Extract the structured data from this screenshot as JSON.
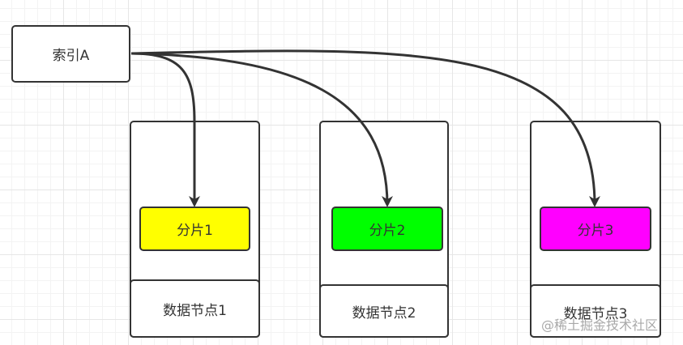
{
  "index_box": {
    "label": "索引A"
  },
  "nodes": [
    {
      "label": "数据节点1",
      "shard": {
        "label": "分片1",
        "color": "#ffff00"
      }
    },
    {
      "label": "数据节点2",
      "shard": {
        "label": "分片2",
        "color": "#00ff00"
      }
    },
    {
      "label": "数据节点3",
      "shard": {
        "label": "分片3",
        "color": "#ff00ff"
      }
    }
  ],
  "watermark": "@稀土掘金技术社区",
  "colors": {
    "stroke": "#333333",
    "background": "#ffffff",
    "grid": "#e6e6e6"
  }
}
